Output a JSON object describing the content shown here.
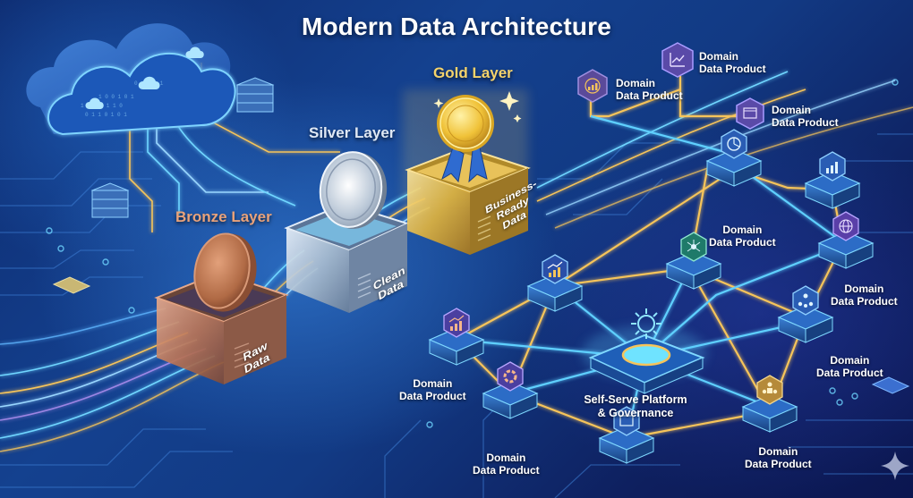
{
  "title": "Modern Data Architecture",
  "layers": [
    {
      "name": "Bronze Layer",
      "box_label_line1": "Raw",
      "box_label_line2": "Data",
      "icon": "bronze-coin-icon",
      "color": "#c98a5e"
    },
    {
      "name": "Silver Layer",
      "box_label_line1": "Clean",
      "box_label_line2": "Data",
      "icon": "silver-coin-icon",
      "color": "#c9d3de"
    },
    {
      "name": "Gold Layer",
      "box_label_line1": "Business-",
      "box_label_line2": "Ready",
      "box_label_line3": "Data",
      "icon": "gold-medal-icon",
      "color": "#e6b83a"
    }
  ],
  "source": {
    "icon": "cloud-icon"
  },
  "platform": {
    "line1": "Self-Serve Platform",
    "line2": "& Governance",
    "icon": "gear-icon"
  },
  "domain_products": [
    {
      "line1": "Domain",
      "line2": "Data Product",
      "icon": "bar-chart-circle-icon",
      "position": "top-left"
    },
    {
      "line1": "Domain",
      "line2": "Data Product",
      "icon": "line-chart-icon",
      "position": "top"
    },
    {
      "line1": "Domain",
      "line2": "Data Product",
      "icon": "browser-window-icon",
      "position": "top-right"
    },
    {
      "line1": "Domain",
      "line2": "Data Product",
      "icon": "network-hub-icon",
      "position": "center-right"
    },
    {
      "line1": "Domain",
      "line2": "Data Product",
      "icon": "globe-icon",
      "position": "right"
    },
    {
      "line1": "Domain",
      "line2": "Data Product",
      "icon": "org-chart-icon",
      "position": "lower-right"
    },
    {
      "line1": "Domain",
      "line2": "Data Product",
      "icon": "growth-chart-icon",
      "position": "left"
    },
    {
      "line1": "Domain",
      "line2": "Data Product",
      "icon": "cycle-icon",
      "position": "bottom"
    },
    {
      "line1": "Domain",
      "line2": "Data Product",
      "icon": "team-icon",
      "position": "bottom-right"
    }
  ],
  "colors": {
    "background": "#123a84",
    "cyan_line": "#5fd0ff",
    "gold_line": "#f6c45a",
    "bronze": "#c98a5e",
    "silver": "#c9d3de",
    "gold": "#e6b83a",
    "hex_purple": "#4b3fa0"
  }
}
